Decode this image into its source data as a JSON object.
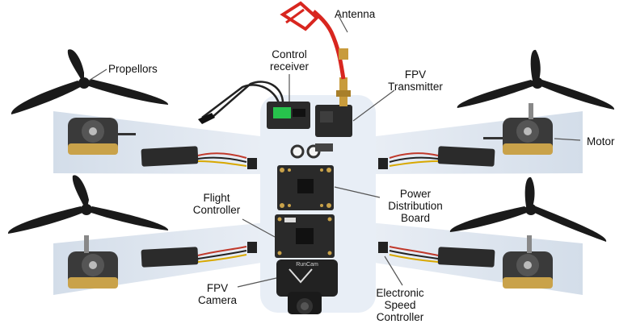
{
  "labels": {
    "antenna": [
      "Antenna"
    ],
    "control_receiver": [
      "Control",
      "receiver"
    ],
    "propellors": [
      "Propellors"
    ],
    "fpv_transmitter": [
      "FPV",
      "Transmitter"
    ],
    "motor": [
      "Motor"
    ],
    "flight_controller": [
      "Flight",
      "Controller"
    ],
    "power_distribution_board": [
      "Power",
      "Distribution",
      "Board"
    ],
    "fpv_camera": [
      "FPV",
      "Camera"
    ],
    "electronic_speed_controller": [
      "Electronic",
      "Speed",
      "Controller"
    ]
  },
  "component_markings": {
    "camera_brand": "RunCam"
  },
  "colors": {
    "arm_band": "#dfe7f1",
    "frame_body": "#e8eef6",
    "propeller": "#1a1a1a",
    "motor": "#3a3a3a",
    "motor_gold": "#c9a24a",
    "esc_board": "#2b2b2b",
    "receiver": "#2b2b2b",
    "receiver_label": "#27c24c",
    "antenna_wire": "#d8261f",
    "antenna_connector": "#c89b3c",
    "leader_line": "#555555"
  }
}
